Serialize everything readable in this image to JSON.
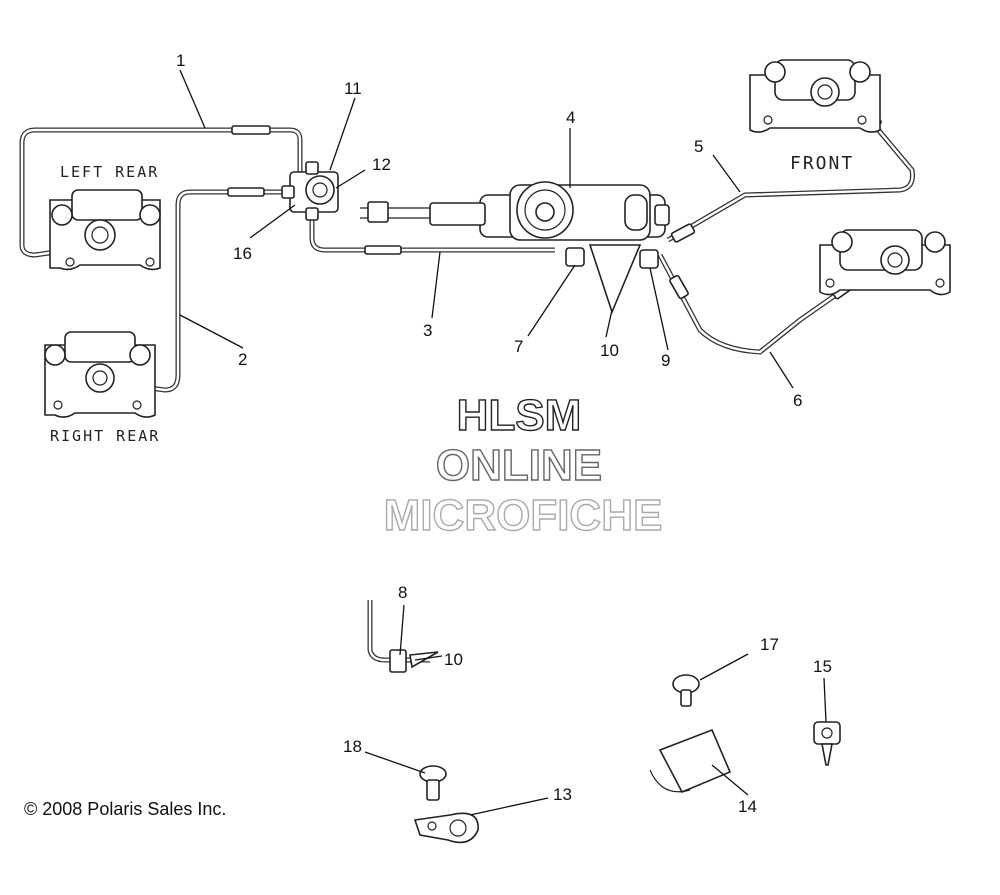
{
  "callouts": {
    "c1": "1",
    "c2": "2",
    "c3": "3",
    "c4": "4",
    "c5": "5",
    "c6": "6",
    "c7": "7",
    "c8": "8",
    "c9": "9",
    "c10a": "10",
    "c10b": "10",
    "c11": "11",
    "c12": "12",
    "c13": "13",
    "c14": "14",
    "c15": "15",
    "c16": "16",
    "c17": "17",
    "c18": "18"
  },
  "locations": {
    "left_rear": "LEFT REAR",
    "right_rear": "RIGHT REAR",
    "front": "FRONT"
  },
  "watermark": {
    "line1": "HLSM",
    "line2": "ONLINE",
    "line3": "MICROFICHE"
  },
  "copyright": "© 2008 Polaris Sales Inc."
}
